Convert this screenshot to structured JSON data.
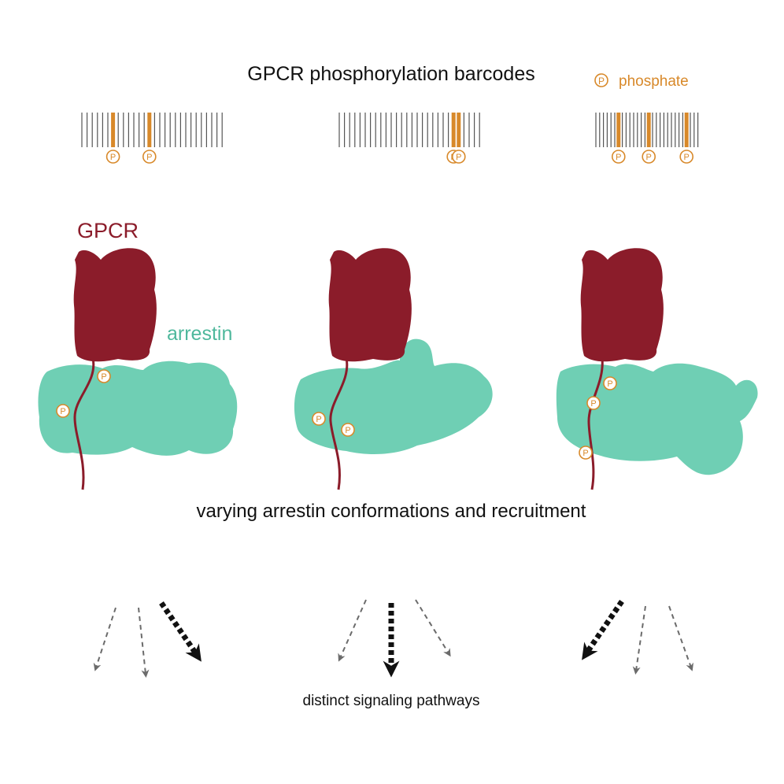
{
  "title": "GPCR phosphorylation barcodes",
  "legend": {
    "symbol": "P",
    "label": "phosphate"
  },
  "labels": {
    "gpcr": "GPCR",
    "arrestin": "arrestin",
    "conformations": "varying arrestin conformations and recruitment",
    "pathways": "distinct signaling pathways"
  },
  "phospho_symbol": "P",
  "barcodes": [
    {
      "name": "barcode-1",
      "bars": 28,
      "phosphorylated": [
        6,
        13
      ]
    },
    {
      "name": "barcode-2",
      "bars": 28,
      "phosphorylated": [
        22,
        23
      ]
    },
    {
      "name": "barcode-3",
      "bars": 28,
      "phosphorylated": [
        6,
        14,
        24
      ]
    }
  ],
  "colors": {
    "gpcr": "#8b1c2a",
    "arrestin": "#6fcfb4",
    "phosphate": "#d8892a",
    "barcode_line": "#555555",
    "arrow_bold": "#111111",
    "arrow_thin": "#6b6b6b",
    "text": "#111111"
  },
  "pathway_arrows": [
    {
      "group": 1,
      "styles": [
        "thin",
        "thin",
        "bold"
      ]
    },
    {
      "group": 2,
      "styles": [
        "thin",
        "bold",
        "thin"
      ]
    },
    {
      "group": 3,
      "styles": [
        "bold",
        "thin",
        "thin"
      ]
    }
  ]
}
